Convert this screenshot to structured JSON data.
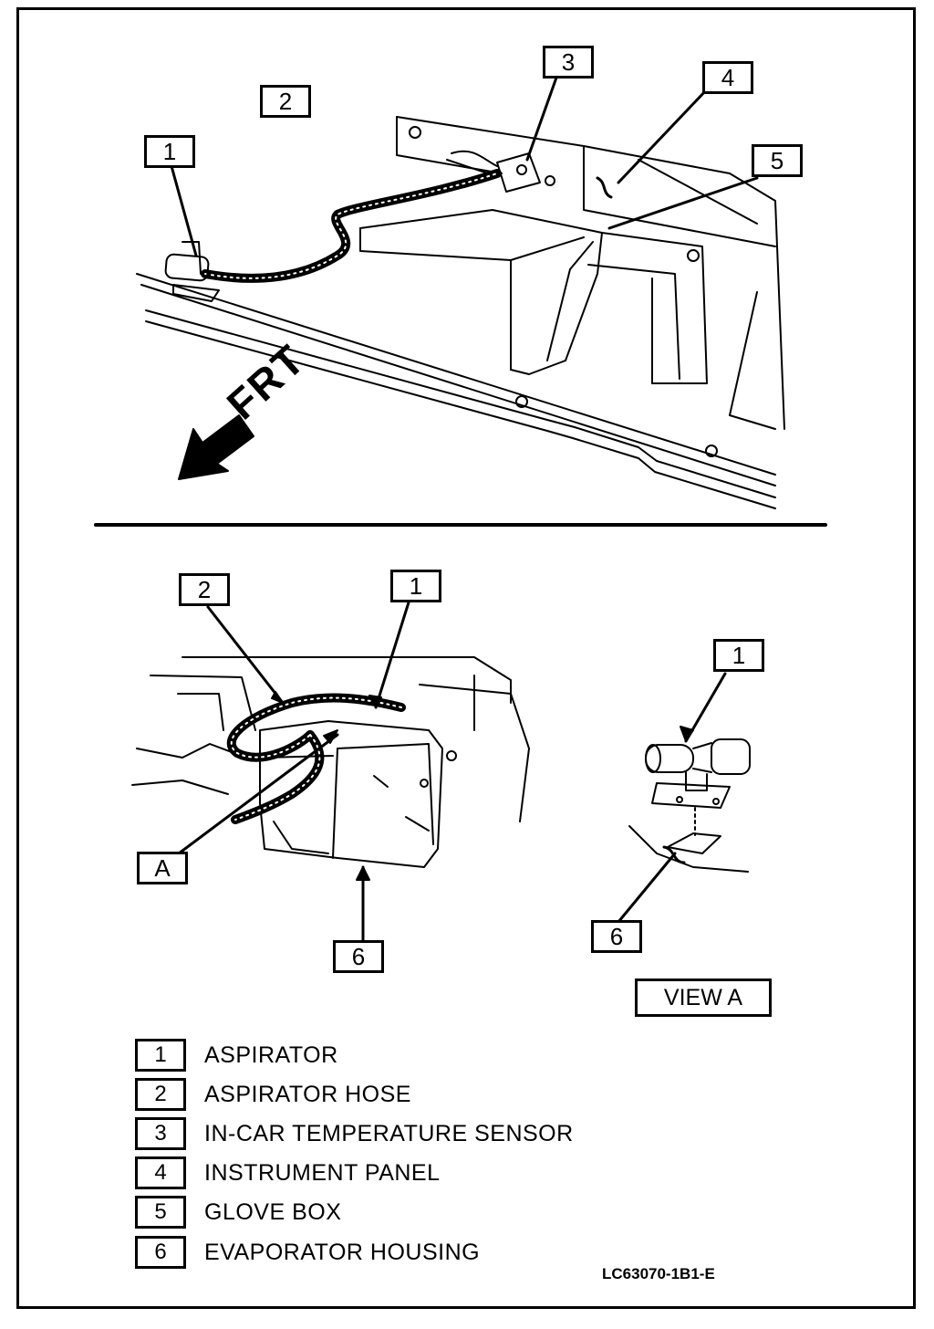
{
  "callouts": {
    "top": [
      "1",
      "2",
      "3",
      "4",
      "5"
    ],
    "bottom_left": [
      "2",
      "1",
      "A",
      "6"
    ],
    "view_a": [
      "1",
      "6"
    ]
  },
  "frt_label": "FRT",
  "view_a_label": "VIEW A",
  "legend": [
    {
      "num": "1",
      "text": "ASPIRATOR"
    },
    {
      "num": "2",
      "text": "ASPIRATOR HOSE"
    },
    {
      "num": "3",
      "text": "IN-CAR TEMPERATURE SENSOR"
    },
    {
      "num": "4",
      "text": "INSTRUMENT PANEL"
    },
    {
      "num": "5",
      "text": "GLOVE BOX"
    },
    {
      "num": "6",
      "text": "EVAPORATOR HOUSING"
    }
  ],
  "figure_code": "LC63070-1B1-E"
}
